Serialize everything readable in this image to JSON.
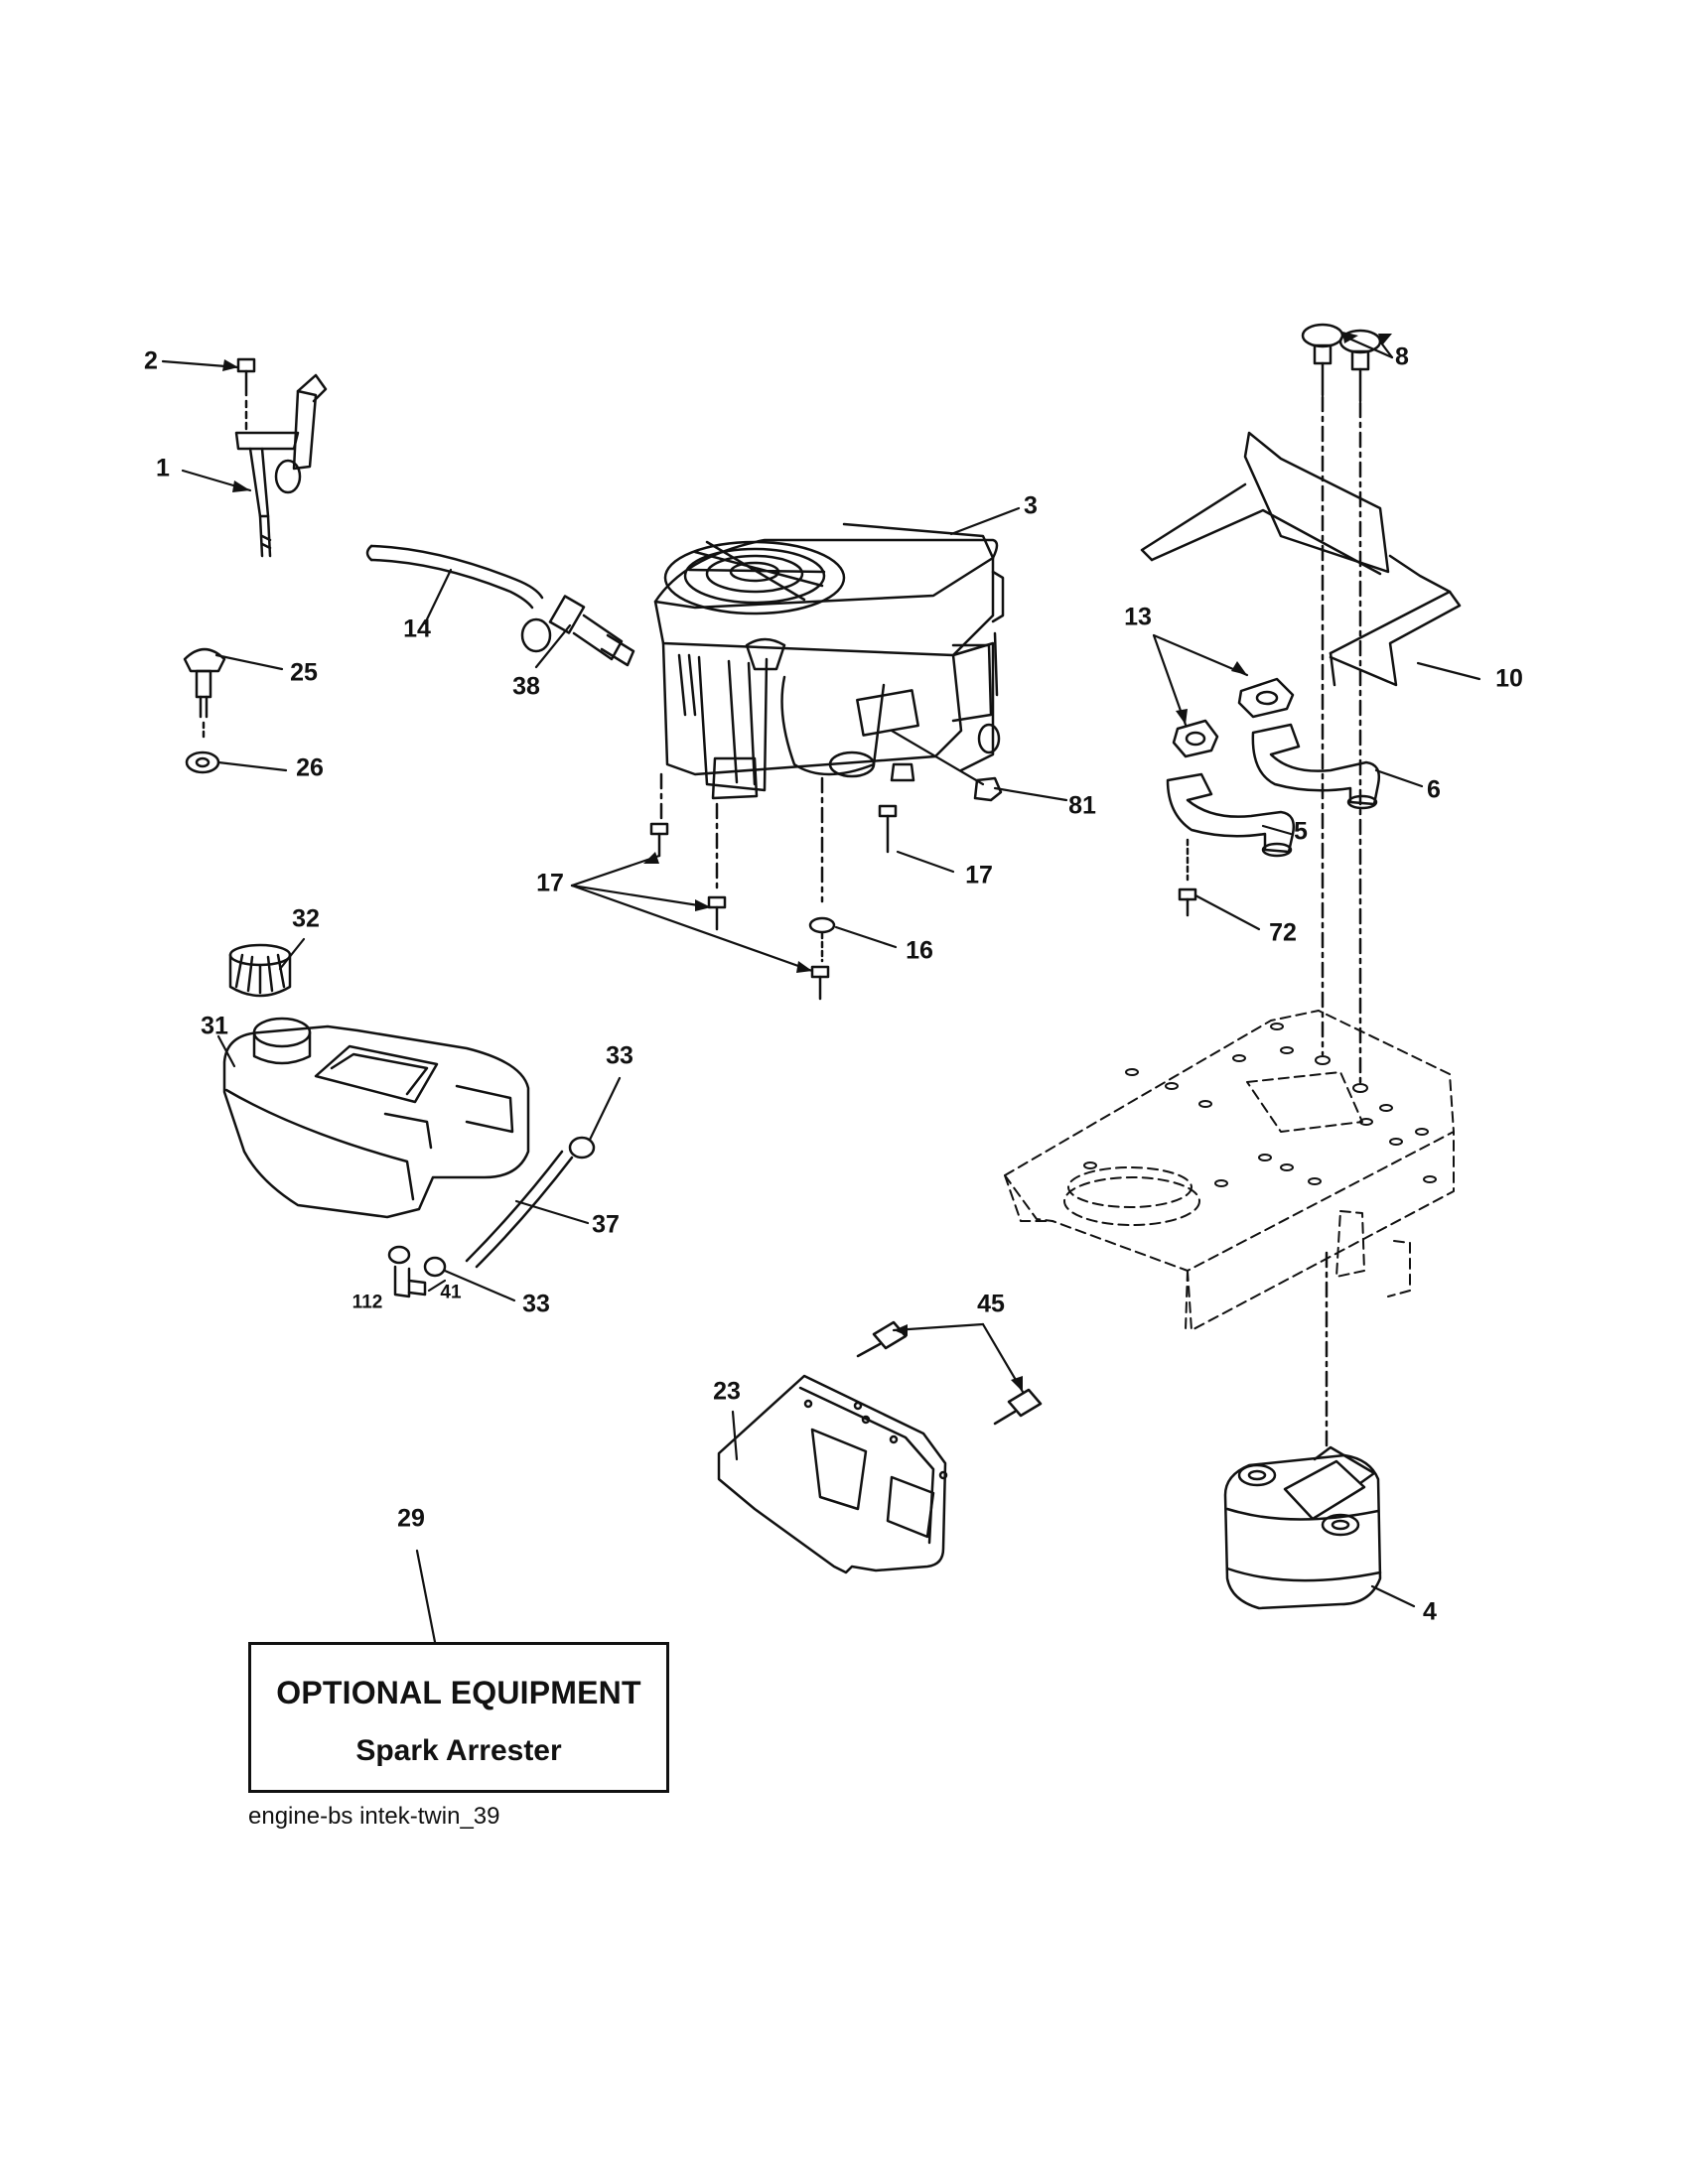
{
  "diagram": {
    "callouts": [
      {
        "id": "c1",
        "label": "1"
      },
      {
        "id": "c2",
        "label": "2"
      },
      {
        "id": "c3",
        "label": "3"
      },
      {
        "id": "c4",
        "label": "4"
      },
      {
        "id": "c5",
        "label": "5"
      },
      {
        "id": "c6",
        "label": "6"
      },
      {
        "id": "c8",
        "label": "8"
      },
      {
        "id": "c10",
        "label": "10"
      },
      {
        "id": "c13",
        "label": "13"
      },
      {
        "id": "c14",
        "label": "14"
      },
      {
        "id": "c16",
        "label": "16"
      },
      {
        "id": "c17a",
        "label": "17"
      },
      {
        "id": "c17b",
        "label": "17"
      },
      {
        "id": "c23",
        "label": "23"
      },
      {
        "id": "c25",
        "label": "25"
      },
      {
        "id": "c26",
        "label": "26"
      },
      {
        "id": "c29",
        "label": "29"
      },
      {
        "id": "c31",
        "label": "31"
      },
      {
        "id": "c32",
        "label": "32"
      },
      {
        "id": "c33a",
        "label": "33"
      },
      {
        "id": "c33b",
        "label": "33"
      },
      {
        "id": "c37",
        "label": "37"
      },
      {
        "id": "c38",
        "label": "38"
      },
      {
        "id": "c41",
        "label": "41"
      },
      {
        "id": "c45",
        "label": "45"
      },
      {
        "id": "c72",
        "label": "72"
      },
      {
        "id": "c81",
        "label": "81"
      },
      {
        "id": "c112",
        "label": "112"
      }
    ],
    "optional_box": {
      "title": "OPTIONAL EQUIPMENT",
      "subtitle": "Spark Arrester"
    },
    "caption": "engine-bs intek-twin_39"
  }
}
